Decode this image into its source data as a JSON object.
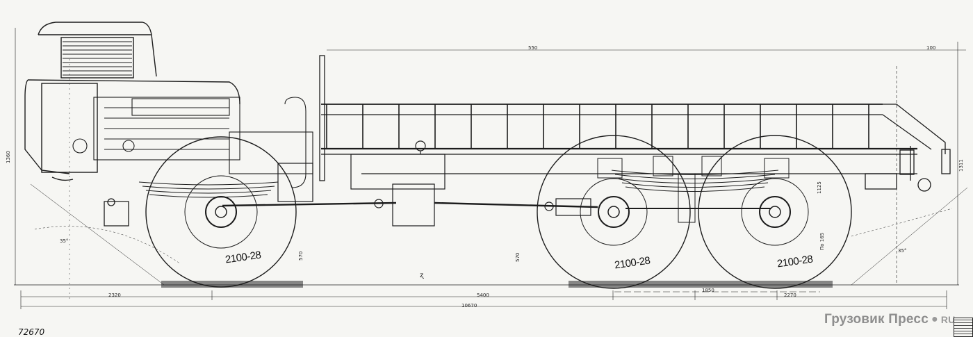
{
  "drawing": {
    "drawing_number": "72670",
    "watermark": {
      "brand": "Грузовик Пресс",
      "tld": "RU"
    },
    "tire_labels": {
      "front": "2100-28",
      "middle": "2100-28",
      "rear": "2100-28"
    },
    "dimensions": {
      "overall_length": "10670",
      "front_overhang_wheelbase": "2320",
      "main_wheelbase": "5400",
      "bogie_half_1": "1850",
      "bogie_half_2": "2270",
      "platform_length": "550",
      "top_right_small": "100",
      "front_height": "1360",
      "front_axle_height": "570",
      "mid_axle_height": "570",
      "rear_frame_height": "1125",
      "spring_note": "По 165",
      "right_height": "1311",
      "angle_front": "35°",
      "angle_rear": "35°",
      "center_mark": "ʐ"
    }
  }
}
